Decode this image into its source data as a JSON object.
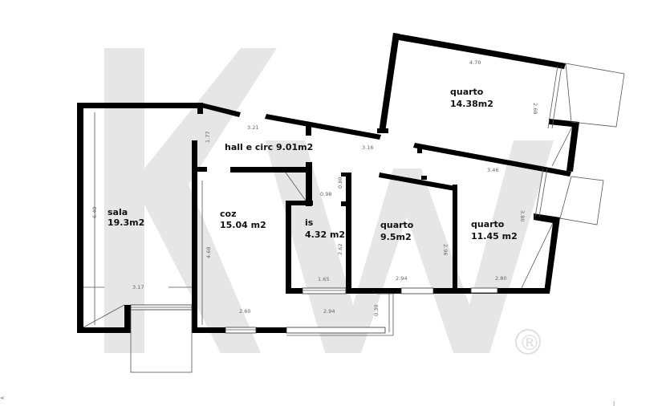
{
  "watermark": {
    "logo": "kw",
    "registered": "®"
  },
  "rooms": {
    "sala": {
      "name": "sala",
      "area": "19.3m2"
    },
    "hall": {
      "label": "hall e circ 9.01m2"
    },
    "coz": {
      "name": "coz",
      "area": "15.04  m2"
    },
    "is": {
      "name": "is",
      "area": "4.32  m2"
    },
    "quarto1": {
      "name": "quarto",
      "area": "9.5m2"
    },
    "quarto2": {
      "name": "quarto",
      "area": "11.45  m2"
    },
    "quarto3": {
      "name": "quarto",
      "area": "14.38m2"
    }
  },
  "dimensions": {
    "sala_height": "6.40",
    "sala_width": "3.17",
    "hall_height": "1.77",
    "hall_width_a": "3.21",
    "hall_width_b": "3.16",
    "coz_height": "4.68",
    "coz_width_a": "2.60",
    "coz_width_b": "2.94",
    "is_door": "0.98",
    "is_door_h": "0.80",
    "is_height": "2.62",
    "is_width": "1.65",
    "quarto1_height": "2.96",
    "quarto1_width": "2.94",
    "quarto2_top": "3.46",
    "quarto2_height": "3.80",
    "quarto2_width": "2.80",
    "quarto3_width": "4.70",
    "quarto3_height": "2.68",
    "balcony_small": "0.30"
  },
  "corner_marks": {
    "left": "⋖",
    "right": "|"
  }
}
